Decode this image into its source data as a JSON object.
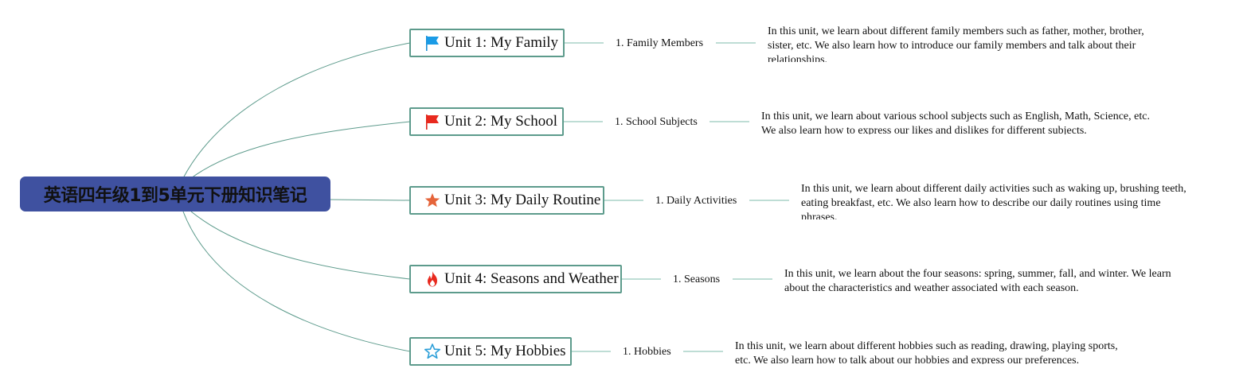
{
  "root": {
    "title": "英语四年级1到5单元下册知识笔记"
  },
  "colors": {
    "root_fill": "#3f51a0",
    "line": "#5d9b8c",
    "branch": "#a9d2c7"
  },
  "units": [
    {
      "title": "Unit 1: My Family",
      "icon": "blue-flag-icon",
      "topic": "1. Family Members",
      "description": "In this unit, we learn about different family members such as father, mother, brother, sister, etc. We also learn how to introduce our family members and talk about their relationships."
    },
    {
      "title": "Unit 2: My School",
      "icon": "red-flag-icon",
      "topic": "1. School Subjects",
      "description": "In this unit, we learn about various school subjects such as English, Math, Science, etc. We also learn how to express our likes and dislikes for different subjects."
    },
    {
      "title": "Unit 3: My Daily Routine",
      "icon": "orange-star-icon",
      "topic": "1. Daily Activities",
      "description": "In this unit, we learn about different daily activities such as waking up, brushing teeth, eating breakfast, etc. We also learn how to describe our daily routines using time phrases."
    },
    {
      "title": "Unit 4: Seasons and Weather",
      "icon": "fire-icon",
      "topic": "1. Seasons",
      "description": "In this unit, we learn about the four seasons: spring, summer, fall, and winter. We learn about the characteristics and weather associated with each season."
    },
    {
      "title": "Unit 5: My Hobbies",
      "icon": "outline-star-icon",
      "topic": "1. Hobbies",
      "description": "In this unit, we learn about different hobbies such as reading, drawing, playing sports, etc. We also learn how to talk about our hobbies and express our preferences."
    }
  ]
}
